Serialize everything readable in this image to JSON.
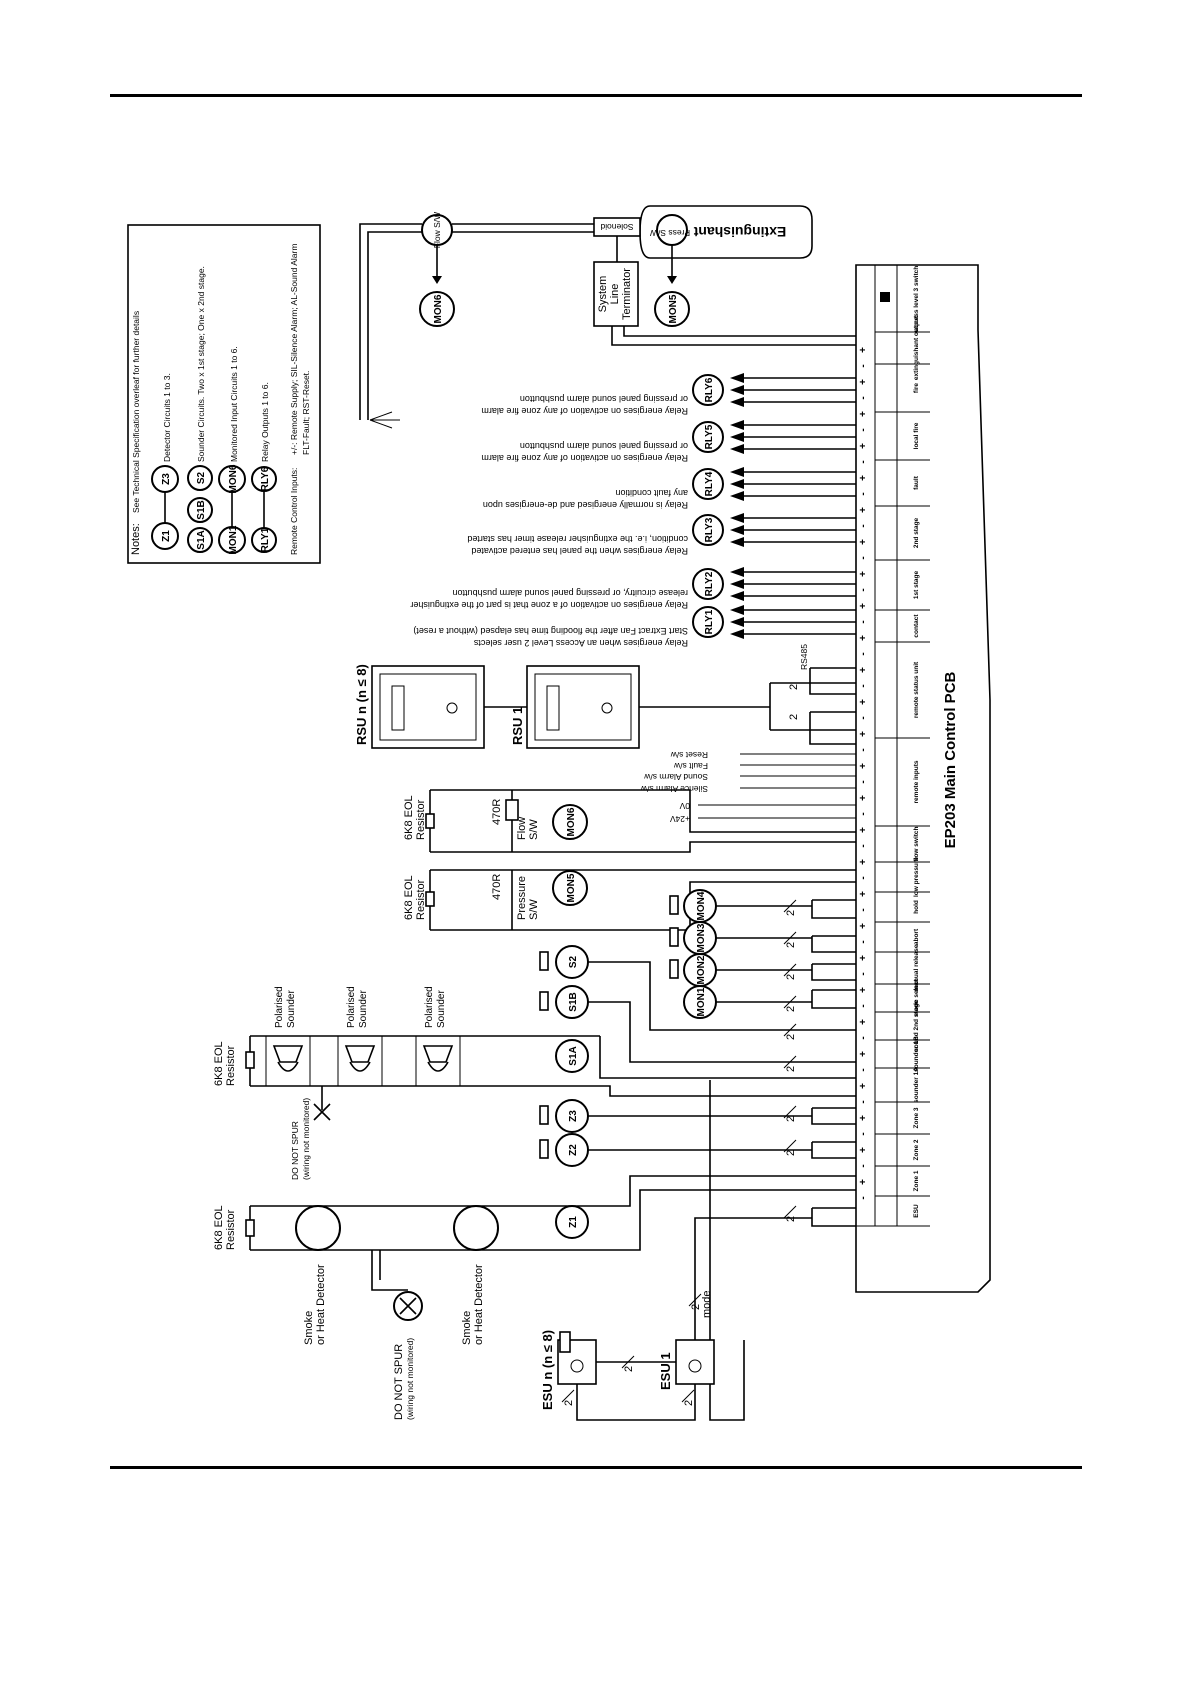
{
  "notes": {
    "heading": "Notes:",
    "spec": "See Technical Specification overleaf for further details",
    "detector": "Detector Circuits 1 to 3.",
    "sounder": "Sounder Circuits. Two x 1st stage; One x 2nd stage.",
    "monitored": "Monitored Input Circuits 1 to 6.",
    "relay": "Relay Outputs 1 to 6.",
    "remote_label": "Remote Control Inputs:",
    "remote_1": "+/-: Remote Supply; SIL-Silence Alarm; AL-Sound Alarm",
    "remote_2": "FLT-Fault; RST-Reset."
  },
  "symbols": {
    "z1": "Z1",
    "z2": "Z2",
    "z3": "Z3",
    "s1a": "S1A",
    "s1b": "S1B",
    "s2": "S2",
    "mon1": "MON1",
    "mon2": "MON2",
    "mon3": "MON3",
    "mon4": "MON4",
    "mon5": "MON5",
    "mon6": "MON6",
    "rly1": "RLY1",
    "rly2": "RLY2",
    "rly3": "RLY3",
    "rly4": "RLY4",
    "rly5": "RLY5",
    "rly6": "RLY6"
  },
  "pcb": {
    "title": "EP203 Main Control PCB",
    "terminal_groups": [
      "ESU",
      "Zone 1",
      "Zone 2",
      "Zone 3",
      "sounder 1A",
      "sounder 1B",
      "sound 2nd stage",
      "mode select",
      "manual release",
      "abort",
      "hold",
      "low pressure",
      "flow switch",
      "remote inputs",
      "remote status unit",
      "contact",
      "1st stage",
      "2nd stage",
      "fault",
      "local fire",
      "fire",
      "extinguishant output",
      "access level 3 switch"
    ],
    "plus": "+",
    "minus": "-"
  },
  "relays": {
    "rly1_a": "Relay energises when an Access Level 2 user selects",
    "rly1_b": "Start Extract Fan after the flooding time has elapsed (without a reset)",
    "rly2_a": "Relay energises on activation of a zone that is part of the extinguisher",
    "rly2_b": "release circuitry, or pressing panel sound alarm pushbutton",
    "rly3_a": "Relay energises when the panel has entered activated",
    "rly3_b": "condition, i.e. the extinguisher release timer has started",
    "rly4_a": "Relay is normally energised and de-energises upon",
    "rly4_b": "any fault condition",
    "rly5_a": "Relay energises on activation of any zone fire alarm",
    "rly5_b": "or pressing panel sound alarm pushbutton",
    "rly6_a": "Relay energises on activation of any zone fire alarm",
    "rly6_b": "or pressing panel sound alarm pushbutton"
  },
  "extinguishant": {
    "title": "Extinguishant",
    "press": "Press S/W",
    "solenoid": "Solenoid",
    "flow": "Flow S/W",
    "terminator_1": "System",
    "terminator_2": "Line",
    "terminator_3": "Terminator"
  },
  "remote_inputs": {
    "reset": "Reset s/w",
    "fault": "Fault s/w",
    "sound": "Sound Alarm s/w",
    "silence": "Silence Alarm s/w",
    "zero_v": "0V",
    "plus_24v": "+24V",
    "rs485": "RS485"
  },
  "rsu": {
    "rsu_n": "RSU n (n ≤ 8)",
    "rsu_1": "RSU 1"
  },
  "esu": {
    "esu_n": "ESU n (n ≤ 8)",
    "esu_1": "ESU 1",
    "mode": "mode"
  },
  "field": {
    "eol_1": "6K8 EOL",
    "eol_2": "Resistor",
    "r470": "470R",
    "pressure_sw_1": "Pressure",
    "pressure_sw_2": "S/W",
    "flow_sw_1": "Flow",
    "flow_sw_2": "S/W",
    "sounder_1": "Polarised",
    "sounder_2": "Sounder",
    "detector_1": "Smoke",
    "detector_2": "or Heat Detector",
    "spur_1": "DO NOT SPUR",
    "spur_2": "(wiring not monitored)",
    "two": "2"
  }
}
